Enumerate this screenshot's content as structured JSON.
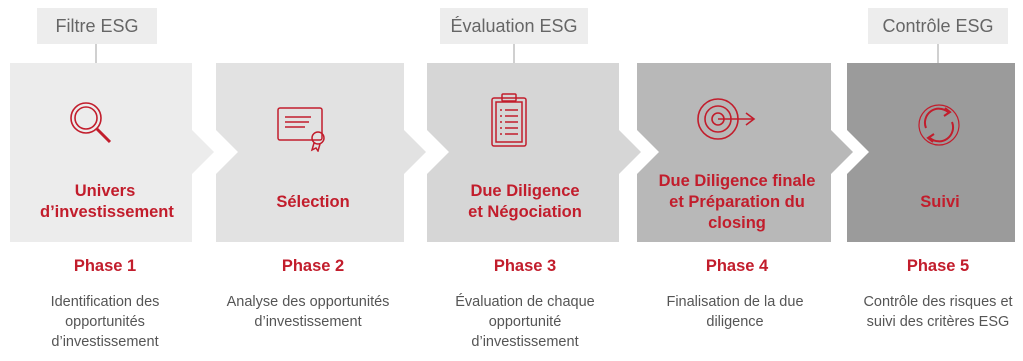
{
  "top_labels": [
    {
      "text": "Filtre ESG"
    },
    {
      "text": "Évaluation ESG"
    },
    {
      "text": "Contrôle ESG"
    }
  ],
  "phases": [
    {
      "title": "Univers d’investissement",
      "number": "Phase 1",
      "description": "Identification des opportunités d’investissement",
      "icon": "magnifier-icon",
      "fill": "#ececec"
    },
    {
      "title": "Sélection",
      "number": "Phase 2",
      "description": "Analyse des opportunités d’investissement",
      "icon": "certificate-icon",
      "fill": "#e2e2e2"
    },
    {
      "title": "Due Diligence et Négociation",
      "number": "Phase 3",
      "description": "Évaluation de chaque opportunité d’investissement",
      "icon": "clipboard-icon",
      "fill": "#d6d6d6"
    },
    {
      "title": "Due Diligence finale et Préparation du closing",
      "number": "Phase 4",
      "description": "Finalisation de la due diligence",
      "icon": "target-icon",
      "fill": "#b8b8b8"
    },
    {
      "title": "Suivi",
      "number": "Phase 5",
      "description": "Contrôle des risques et suivi des critères ESG",
      "icon": "refresh-icon",
      "fill": "#9b9b9b"
    }
  ],
  "colors": {
    "accent": "#c21d2c",
    "label_bg": "#ededed",
    "text": "#555555"
  }
}
